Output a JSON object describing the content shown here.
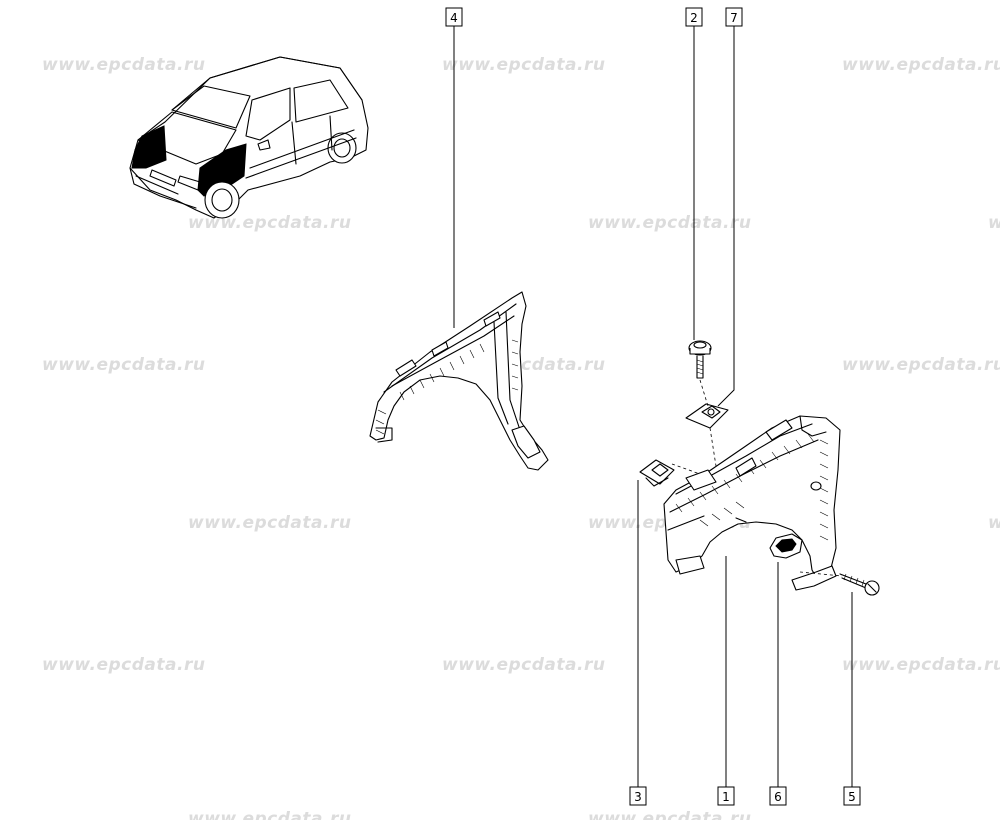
{
  "watermark": "www.epcdata.ru",
  "callouts": [
    {
      "id": "c1",
      "label": "1"
    },
    {
      "id": "c2",
      "label": "2"
    },
    {
      "id": "c3",
      "label": "3"
    },
    {
      "id": "c4",
      "label": "4"
    },
    {
      "id": "c5",
      "label": "5"
    },
    {
      "id": "c6",
      "label": "6"
    },
    {
      "id": "c7",
      "label": "7"
    }
  ]
}
